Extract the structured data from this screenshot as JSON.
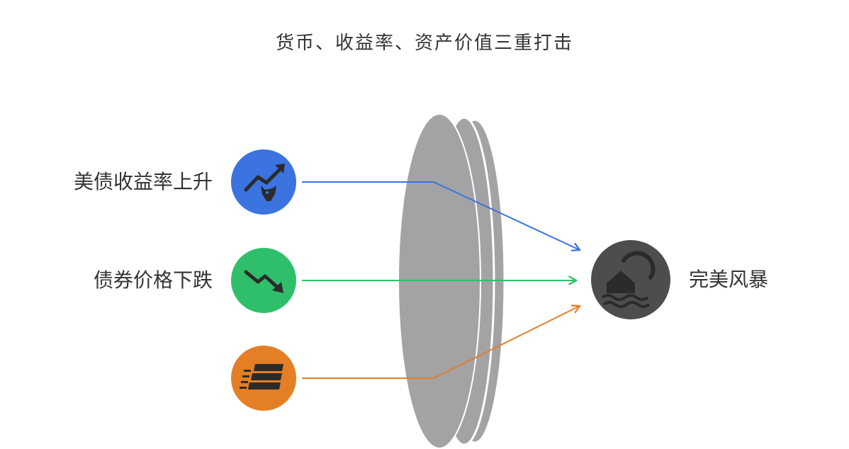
{
  "title": "货币、收益率、资产价值三重打击",
  "inputs": [
    {
      "label": "美债收益率上升",
      "icon": "bull-rising-chart-icon",
      "color": "#3b74e0"
    },
    {
      "label": "债券价格下跌",
      "icon": "falling-trend-icon",
      "color": "#2fbf6a"
    },
    {
      "label": "",
      "icon": "stacked-bills-icon",
      "color": "#e47f26"
    }
  ],
  "output": {
    "label": "完美风暴",
    "icon": "house-wave-icon",
    "color": "#4d4d4d"
  },
  "lens_color": "#a3a3a5"
}
